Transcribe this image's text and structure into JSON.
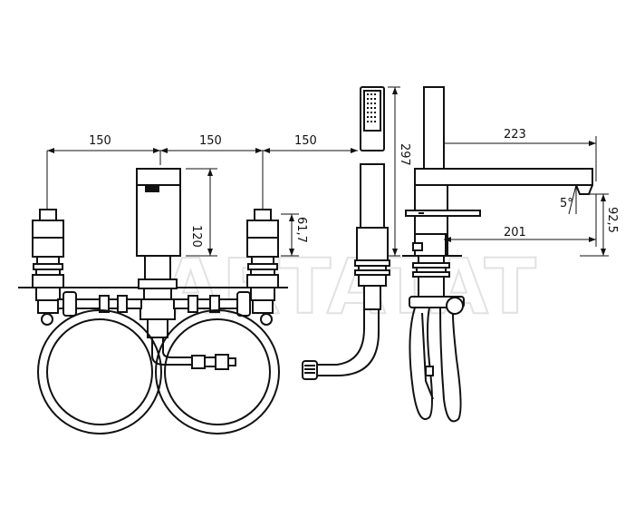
{
  "dimensions": {
    "spacing_left": "150",
    "spacing_middle": "150",
    "spacing_right": "150",
    "spout_height": "120",
    "handle_height": "61,7",
    "shower_height": "297",
    "spout_reach": "223",
    "spout_inner_reach": "201",
    "spout_angle": "5°",
    "spout_clearance": "92,5"
  },
  "watermark": "ARTATAT"
}
